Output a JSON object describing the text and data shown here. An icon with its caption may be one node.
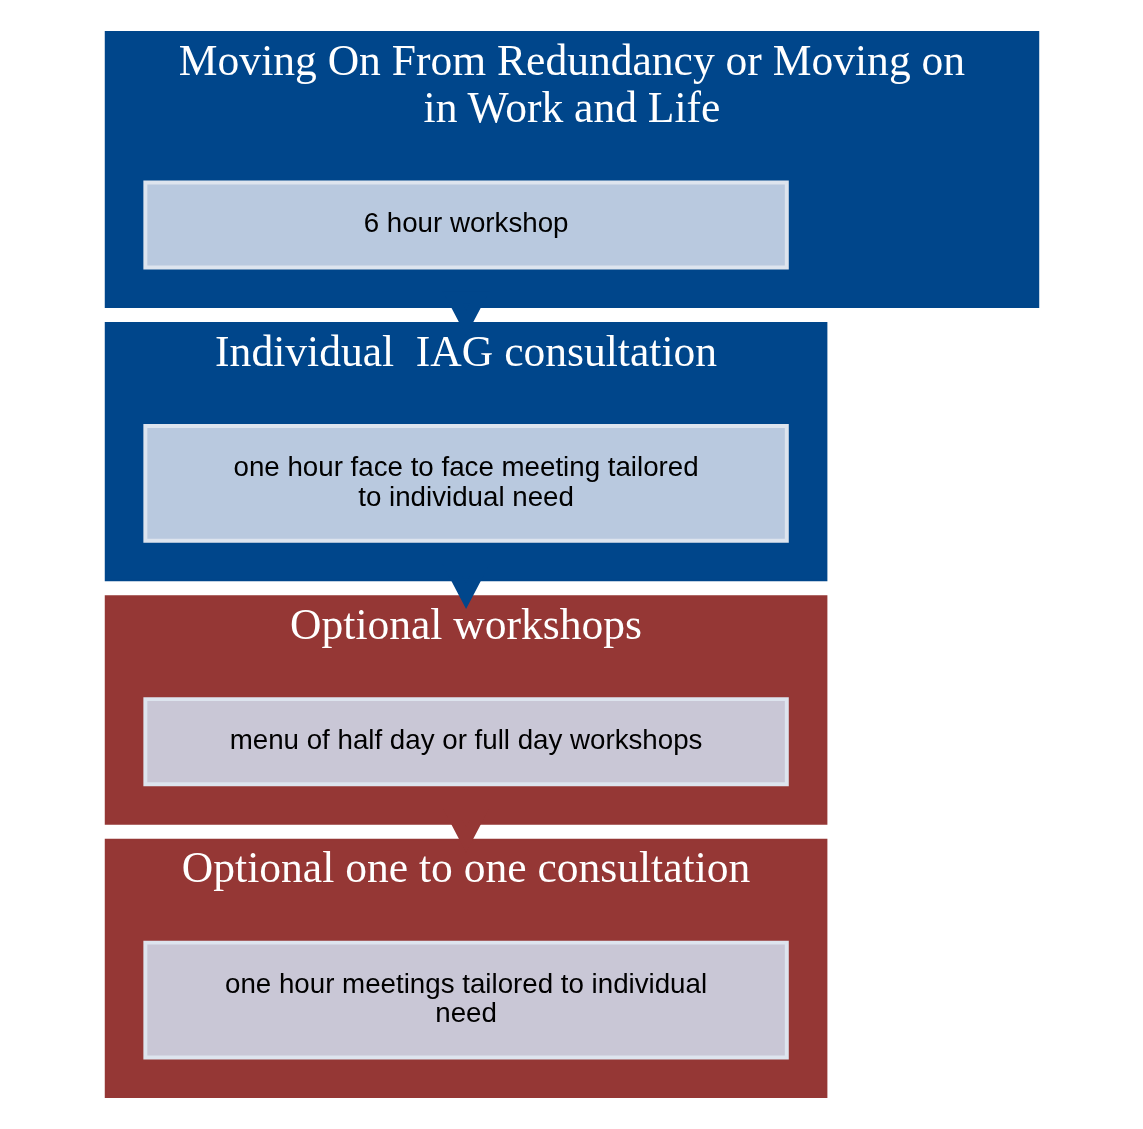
{
  "diagram": {
    "nodes": [
      {
        "text": [
          "Moving On From Redundancy or Moving on in Work and Life"
        ]
      },
      {
        "text": [
          "6 hour workshop"
        ],
        "in": 0
      },
      {
        "text": [
          "Individual  IAG consultation"
        ]
      },
      {
        "text": [
          "one hour face to face meeting tailored to individual need"
        ],
        "in": 2
      },
      {
        "text": [
          "Optional workshops"
        ]
      },
      {
        "text": [
          "menu of half day or full day workshops"
        ],
        "in": 4
      },
      {
        "text": [
          "Optional one to one consultation"
        ]
      },
      {
        "text": [
          "one hour meetings tailored to individual need"
        ],
        "in": 6
      }
    ],
    "edges": [
      {
        "from": 0,
        "to": 2,
        "arrow": "to"
      },
      {
        "from": 2,
        "to": 4,
        "arrow": "to"
      },
      {
        "from": 4,
        "to": 6,
        "arrow": "to",
        "color": "#953735"
      }
    ]
  }
}
